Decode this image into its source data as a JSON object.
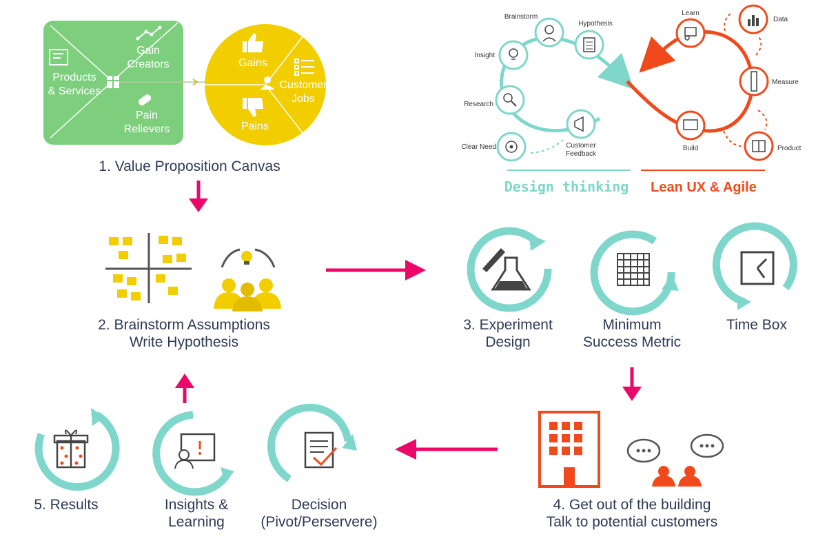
{
  "colors": {
    "green": "#7dcf7d",
    "yellow": "#f2cd00",
    "teal": "#7fd6cb",
    "magenta": "#ec0868",
    "orange_red": "#f04a1c",
    "navy_text": "#2e3a55",
    "grey_icon": "#4a4a4a"
  },
  "canvas": {
    "products_services": [
      "Products",
      "& Services"
    ],
    "gain_creators": [
      "Gain",
      "Creators"
    ],
    "pain_relievers": [
      "Pain",
      "Relievers"
    ],
    "gains": "Gains",
    "pains": "Pains",
    "customer_jobs": [
      "Customer",
      "Jobs"
    ]
  },
  "infinity": {
    "design_nodes": {
      "brainstorm": "Brainstorm",
      "hypothesis": "Hypothesis",
      "insight": "Insight",
      "research": "Research",
      "clear_need": "Clear Need",
      "customer_feedback": [
        "Customer",
        "Feedback"
      ]
    },
    "lean_nodes": {
      "learn": "Learn",
      "data": "Data",
      "measure": "Measure",
      "build": "Build",
      "product": "Product"
    },
    "design_thinking_label": "Design thinking",
    "lean_label": "Lean UX & Agile"
  },
  "steps": {
    "s1": "1. Value Proposition Canvas",
    "s2": [
      "2. Brainstorm Assumptions",
      "Write Hypothesis"
    ],
    "s3": [
      "3. Experiment",
      "Design"
    ],
    "metric": [
      "Minimum",
      "Success Metric"
    ],
    "timebox": "Time Box",
    "s4": [
      "4. Get out of the building",
      "Talk to potential customers"
    ],
    "decision": [
      "Decision",
      "(Pivot/Perservere)"
    ],
    "insights": [
      "Insights &",
      "Learning"
    ],
    "s5": "5. Results"
  }
}
